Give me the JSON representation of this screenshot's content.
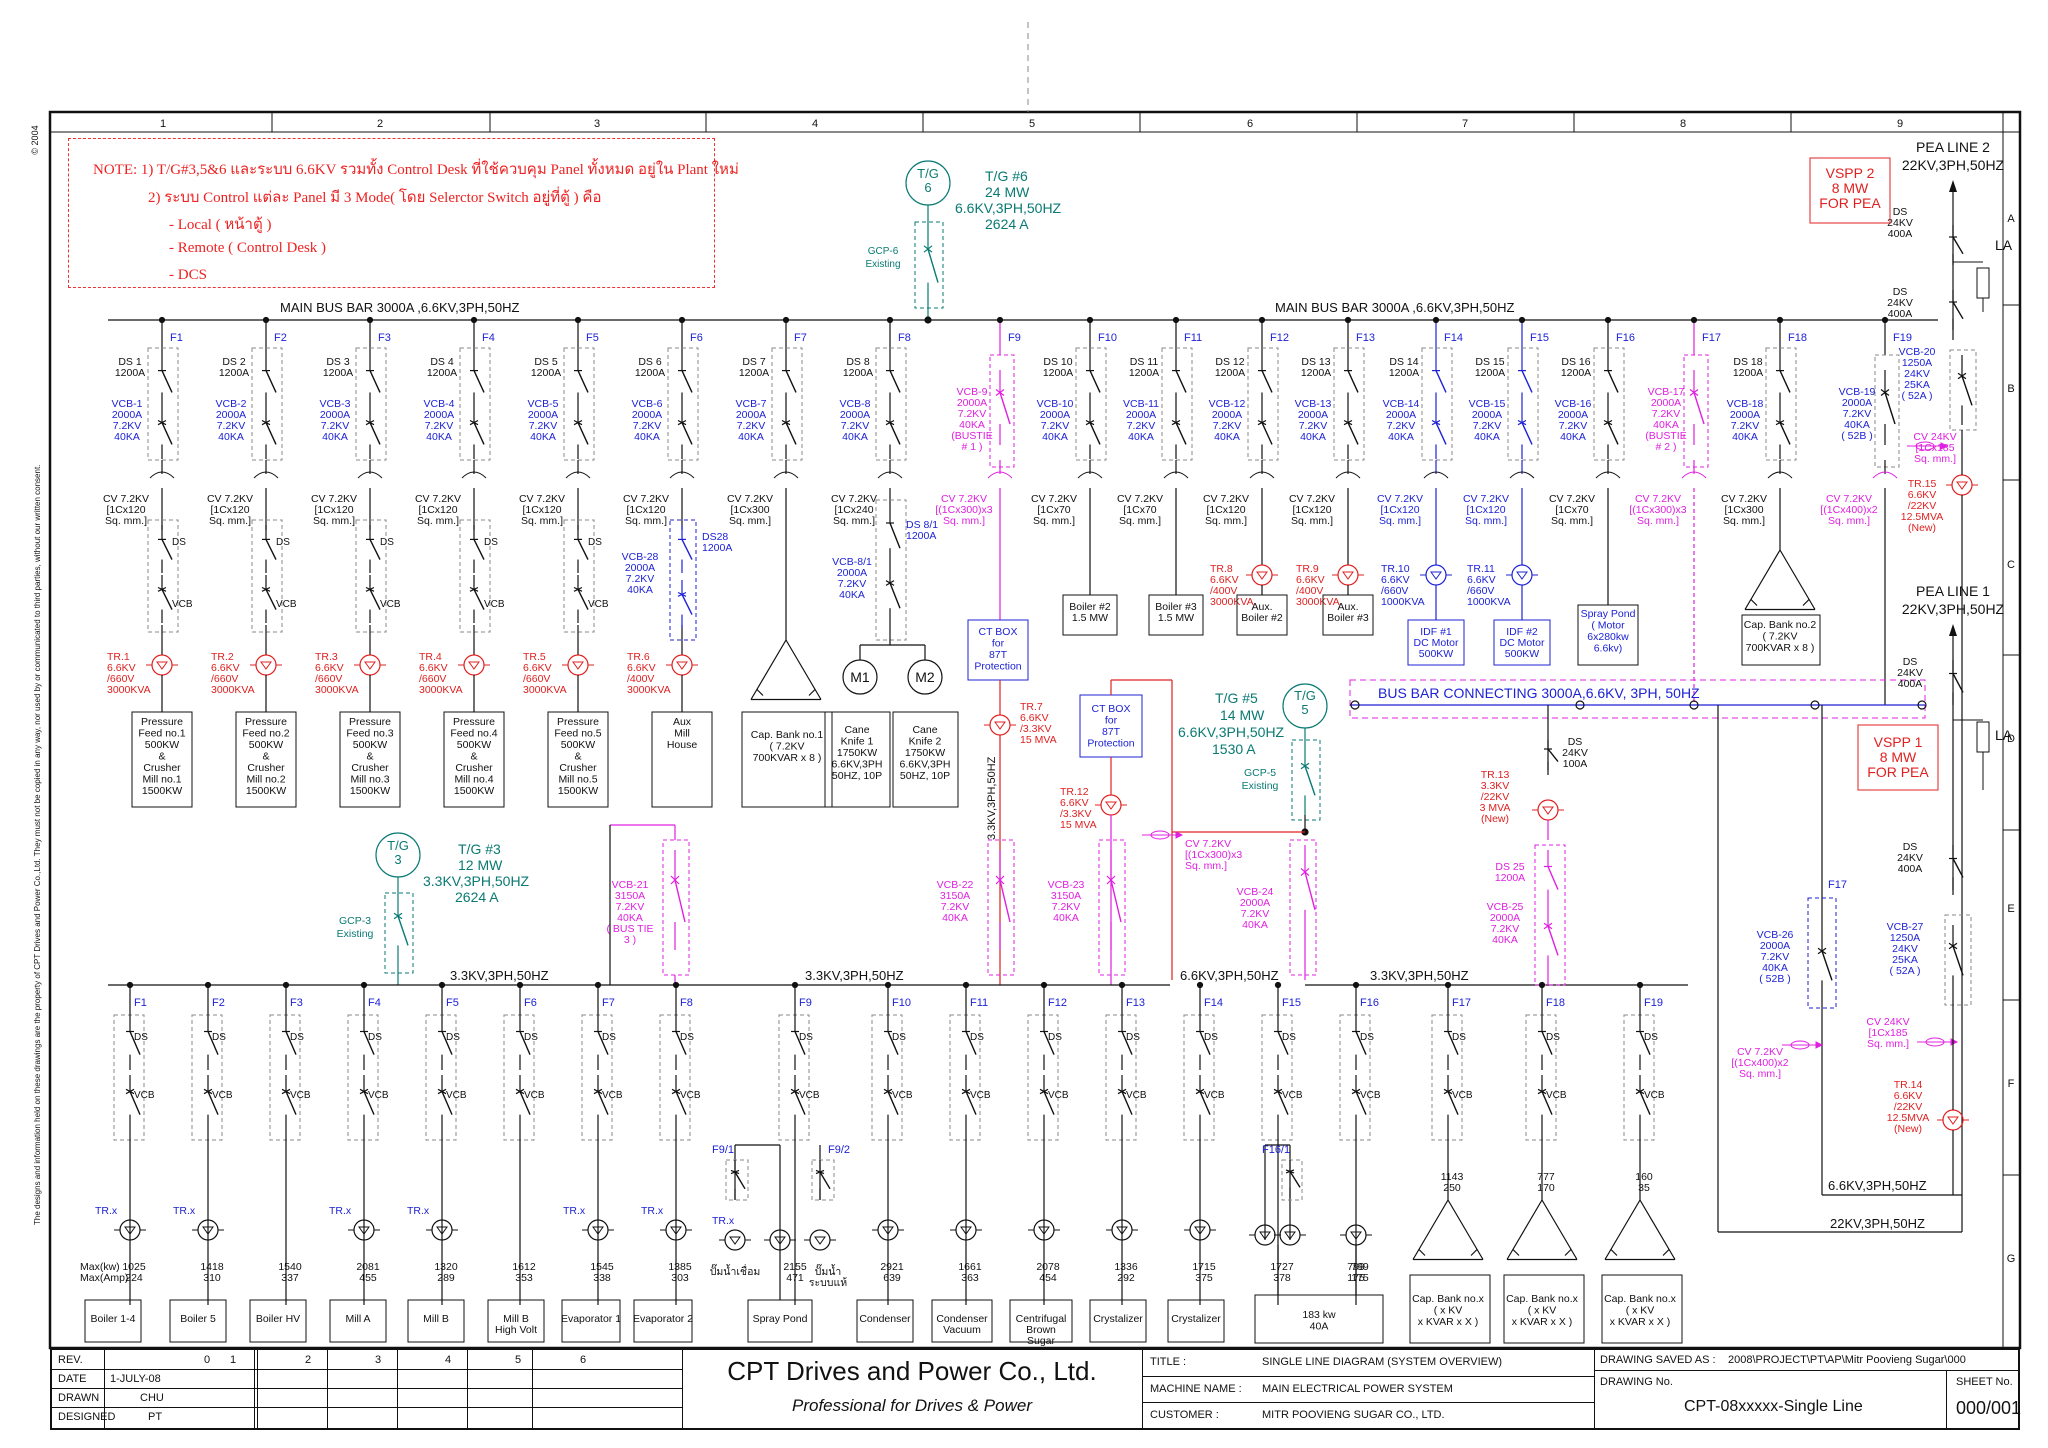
{
  "copyright": "© 2004",
  "side_note": "The designs and information held on these drawings are the property of CPT Drives and Power Co.,Ltd. They must not be copied in any way, nor used by or communicated to third parties, without our written consent.",
  "grid_cols": [
    "1",
    "2",
    "3",
    "4",
    "5",
    "6",
    "7",
    "8",
    "9"
  ],
  "grid_rows": [
    "A",
    "B",
    "C",
    "D",
    "E",
    "F",
    "G"
  ],
  "note": {
    "line1": "NOTE: 1) T/G#3,5&6 และระบบ 6.6KV รวมทั้ง Control Desk ที่ใช้ควบคุม Panel ทั้งหมด อยู่ใน Plant ใหม่",
    "line2": "2) ระบบ Control แต่ละ Panel มี 3 Mode( โดย Selerctor Switch อยู่ที่ตู้ ) คือ",
    "line3": "- Local ( หน้าตู้ )",
    "line4": "- Remote ( Control Desk )",
    "line5": "- DCS"
  },
  "colors": {
    "black": "#111111",
    "blue": "#1d22d6",
    "red": "#e02020",
    "magenta": "#e020e0",
    "teal": "#0a7a73",
    "grey": "#888888"
  },
  "tg6": {
    "label": "T/G\n6",
    "title": "T/G #6",
    "mw": "24 MW",
    "kv": "6.6KV,3PH,50HZ",
    "amp": "2624 A",
    "gcp": "GCP-6",
    "gcp2": "Existing"
  },
  "tg5": {
    "label": "T/G\n5",
    "title": "T/G #5",
    "mw": "14 MW",
    "kv": "6.6KV,3PH,50HZ",
    "amp": "1530 A",
    "gcp": "GCP-5",
    "gcp2": "Existing"
  },
  "tg3": {
    "label": "T/G\n3",
    "title": "T/G #3",
    "mw": "12 MW",
    "kv": "3.3KV,3PH,50HZ",
    "amp": "2624 A",
    "gcp": "GCP-3",
    "gcp2": "Existing"
  },
  "main_bus_left": "MAIN BUS BAR 3000A ,6.6KV,3PH,50HZ",
  "main_bus_right": "MAIN BUS BAR 3000A ,6.6KV,3PH,50HZ",
  "bus_connecting": "BUS BAR CONNECTING 3000A,6.6KV, 3PH, 50HZ",
  "bus33_labels": [
    "3.3KV,3PH,50HZ",
    "3.3KV,3PH,50HZ",
    "6.6KV,3PH,50HZ",
    "3.3KV,3PH,50HZ"
  ],
  "pea2": {
    "title": "PEA LINE 2",
    "kv": "22KV,3PH,50HZ",
    "ds": "DS\n24KV\n400A",
    "ds2": "DS\n24KV\n400A",
    "la": "LA",
    "vspp": "VSPP 2\n8 MW\nFOR PEA"
  },
  "pea1": {
    "title": "PEA LINE 1",
    "kv": "22KV,3PH,50HZ",
    "ds": "DS\n24KV\n400A",
    "ds2": "DS\n24KV\n400A",
    "la": "LA",
    "vspp": "VSPP 1\n8 MW\nFOR PEA"
  },
  "feeders66": [
    {
      "f": "F1",
      "ds": "DS 1\n1200A",
      "vcb": "VCB-1\n2000A\n7.2KV\n40KA",
      "cv": "CV 7.2KV\n[1Cx120\nSq. mm.]",
      "tr": "TR.1\n6.6KV\n/660V\n3000KVA",
      "load": "Pressure\nFeed no.1\n500KW\n&\nCrusher\nMill no.1\n1500KW"
    },
    {
      "f": "F2",
      "ds": "DS 2\n1200A",
      "vcb": "VCB-2\n2000A\n7.2KV\n40KA",
      "cv": "CV 7.2KV\n[1Cx120\nSq. mm.]",
      "tr": "TR.2\n6.6KV\n/660V\n3000KVA",
      "load": "Pressure\nFeed no.2\n500KW\n&\nCrusher\nMill no.2\n1500KW"
    },
    {
      "f": "F3",
      "ds": "DS 3\n1200A",
      "vcb": "VCB-3\n2000A\n7.2KV\n40KA",
      "cv": "CV 7.2KV\n[1Cx120\nSq. mm.]",
      "tr": "TR.3\n6.6KV\n/660V\n3000KVA",
      "load": "Pressure\nFeed no.3\n500KW\n&\nCrusher\nMill no.3\n1500KW"
    },
    {
      "f": "F4",
      "ds": "DS 4\n1200A",
      "vcb": "VCB-4\n2000A\n7.2KV\n40KA",
      "cv": "CV 7.2KV\n[1Cx120\nSq. mm.]",
      "tr": "TR.4\n6.6KV\n/660V\n3000KVA",
      "load": "Pressure\nFeed no.4\n500KW\n&\nCrusher\nMill no.4\n1500KW"
    },
    {
      "f": "F5",
      "ds": "DS 5\n1200A",
      "vcb": "VCB-5\n2000A\n7.2KV\n40KA",
      "cv": "CV 7.2KV\n[1Cx120\nSq. mm.]",
      "tr": "TR.5\n6.6KV\n/660V\n3000KVA",
      "load": "Pressure\nFeed no.5\n500KW\n&\nCrusher\nMill no.5\n1500KW"
    },
    {
      "f": "F6",
      "ds": "DS 6\n1200A",
      "vcb": "VCB-6\n2000A\n7.2KV\n40KA",
      "cv": "CV 7.2KV\n[1Cx120\nSq. mm.]",
      "tr": "TR.6\n6.6KV\n/400V\n3000KVA",
      "load": "Aux\nMill\nHouse"
    },
    {
      "f": "F7",
      "ds": "DS 7\n1200A",
      "vcb": "VCB-7\n2000A\n7.2KV\n40KA",
      "cv": "CV 7.2KV\n[1Cx300\nSq. mm.]",
      "load": "Cap. Bank no.1\n( 7.2KV\n700KVAR x 8 )"
    },
    {
      "f": "F8",
      "ds": "DS 8\n1200A",
      "vcb": "VCB-8\n2000A\n7.2KV\n40KA",
      "cv": "CV 7.2KV\n[1Cx240\nSq. mm.]"
    },
    {
      "f": "F9",
      "vcb": "VCB-9\n2000A\n7.2KV\n40KA\n(BUSTIE\n# 1 )",
      "cv": "CV 7.2KV\n[(1Cx300)x3\nSq. mm.]"
    },
    {
      "f": "F10",
      "ds": "DS 10\n1200A",
      "vcb": "VCB-10\n2000A\n7.2KV\n40KA",
      "cv": "CV 7.2KV\n[1Cx70\nSq. mm.]",
      "load": "Boiler #2\n1.5 MW"
    },
    {
      "f": "F11",
      "ds": "DS 11\n1200A",
      "vcb": "VCB-11\n2000A\n7.2KV\n40KA",
      "cv": "CV 7.2KV\n[1Cx70\nSq. mm.]",
      "load": "Boiler #3\n1.5 MW"
    },
    {
      "f": "F12",
      "ds": "DS 12\n1200A",
      "vcb": "VCB-12\n2000A\n7.2KV\n40KA",
      "cv": "CV 7.2KV\n[1Cx120\nSq. mm.]",
      "tr": "TR.8\n6.6KV\n/400V\n3000KVA",
      "load": "Aux.\nBoiler #2"
    },
    {
      "f": "F13",
      "ds": "DS 13\n1200A",
      "vcb": "VCB-13\n2000A\n7.2KV\n40KA",
      "cv": "CV 7.2KV\n[1Cx120\nSq. mm.]",
      "tr": "TR.9\n6.6KV\n/400V\n3000KVA",
      "load": "Aux.\nBoiler #3"
    },
    {
      "f": "F14",
      "ds": "DS 14\n1200A",
      "vcb": "VCB-14\n2000A\n7.2KV\n40KA",
      "cv": "CV 7.2KV\n[1Cx120\nSq. mm.]",
      "tr": "TR.10\n6.6KV\n/660V\n1000KVA",
      "load": "IDF #1\nDC Motor\n500KW"
    },
    {
      "f": "F15",
      "ds": "DS 15\n1200A",
      "vcb": "VCB-15\n2000A\n7.2KV\n40KA",
      "cv": "CV 7.2KV\n[1Cx120\nSq. mm.]",
      "tr": "TR.11\n6.6KV\n/660V\n1000KVA",
      "load": "IDF #2\nDC Motor\n500KW"
    },
    {
      "f": "F16",
      "ds": "DS 16\n1200A",
      "vcb": "VCB-16\n2000A\n7.2KV\n40KA",
      "cv": "CV 7.2KV\n[1Cx70\nSq. mm.]",
      "load": "Spray Pond\n( Motor\n6x280kw\n6.6kv)"
    },
    {
      "f": "F17",
      "vcb": "VCB-17\n2000A\n7.2KV\n40KA\n(BUSTIE\n# 2 )",
      "cv": "CV 7.2KV\n[(1Cx300)x3\nSq. mm.]"
    },
    {
      "f": "F18",
      "ds": "DS 18\n1200A",
      "vcb": "VCB-18\n2000A\n7.2KV\n40KA",
      "cv": "CV 7.2KV\n[1Cx300\nSq. mm.]",
      "load": "Cap. Bank no.2\n( 7.2KV\n700KVAR x 8 )"
    },
    {
      "f": "F19",
      "vcb": "VCB-19\n2000A\n7.2KV\n40KA\n( 52B )",
      "cv": "CV 7.2KV\n[(1Cx400)x2\nSq. mm.]"
    },
    {
      "vcb": "VCB-20\n1250A\n24KV\n25KA\n( 52A )",
      "cv": "CV 24KV\n[1Cx185\nSq. mm.]",
      "tr": "TR.15\n6.6KV\n/22KV\n12.5MVA\n(New)"
    }
  ],
  "vcb28": "VCB-28\n2000A\n7.2KV\n40KA",
  "ds28": "DS28\n1200A",
  "ds81": "DS 8/1\n1200A",
  "vcb81": "VCB-8/1\n2000A\n7.2KV\n40KA",
  "m1": "M1",
  "m2": "M2",
  "cane1": "Cane\nKnife 1\n1750KW\n6.6KV,3PH\n50HZ, 10P",
  "cane2": "Cane\nKnife 2\n1750KW\n6.6KV,3PH\n50HZ, 10P",
  "ctbox1": "CT BOX\nfor\n87T\nProtection",
  "ctbox2": "CT BOX\nfor\n87T\nProtection",
  "tr7": "TR.7\n6.6KV\n/3.3KV\n15 MVA",
  "tr12": "TR.12\n6.6KV\n/3.3KV\n15 MVA",
  "tr13": "TR.13\n3.3KV\n/22KV\n3 MVA\n(New)",
  "tr14": "TR.14\n6.6KV\n/22KV\n12.5MVA\n(New)",
  "vert33": "3.3KV,3PH,50HZ",
  "cv_tg5": "CV 7.2KV\n[(1Cx300)x3\nSq. mm.]",
  "vcb21": "VCB-21\n3150A\n7.2KV\n40KA\n( BUS TIE\n3 )",
  "vcb22": "VCB-22\n3150A\n7.2KV\n40KA",
  "vcb23": "VCB-23\n3150A\n7.2KV\n40KA",
  "vcb24": "VCB-24\n2000A\n7.2KV\n40KA",
  "ds24": "DS\n24KV\n100A",
  "ds25": "DS 25\n1200A",
  "vcb25": "VCB-25\n2000A\n7.2KV\n40KA",
  "vcb26": "VCB-26\n2000A\n7.2KV\n40KA\n( 52B )",
  "vcb27": "VCB-27\n1250A\n24KV\n25KA\n( 52A )",
  "cv26": "CV 7.2KV\n[(1Cx400)x2\nSq. mm.]",
  "cv27": "CV 24KV\n[1Cx185\nSq. mm.]",
  "f17b": "F17",
  "bus66r": "6.6KV,3PH,50HZ",
  "bus22": "22KV,3PH,50HZ",
  "maxkw": "Max(kw)\nMax(Amp)",
  "feeders33": [
    {
      "f": "F1",
      "tr": "TR.x",
      "val": "1025\n224",
      "load": "Boiler 1-4"
    },
    {
      "f": "F2",
      "tr": "TR.x",
      "val": "1418\n310",
      "load": "Boiler 5"
    },
    {
      "f": "F3",
      "val": "1540\n337",
      "load": "Boiler HV"
    },
    {
      "f": "F4",
      "tr": "TR.x",
      "val": "2081\n455",
      "load": "Mill A"
    },
    {
      "f": "F5",
      "tr": "TR.x",
      "val": "1320\n289",
      "load": "Mill B"
    },
    {
      "f": "F6",
      "val": "1612\n353",
      "load": "Mill B\nHigh Volt"
    },
    {
      "f": "F7",
      "tr": "TR.x",
      "val": "1545\n338",
      "load": "Evaporator 1"
    },
    {
      "f": "F8",
      "tr": "TR.x",
      "val": "1385\n303",
      "load": "Evaporator 2"
    },
    {
      "f": "F9",
      "val": "2155\n471",
      "load": "Spray Pond"
    },
    {
      "f": "F10",
      "val": "2921\n639",
      "load": "Condenser"
    },
    {
      "f": "F11",
      "val": "1661\n363",
      "load": "Condenser\nVacuum"
    },
    {
      "f": "F12",
      "val": "2078\n454",
      "load": "Centrifugal\nBrown\nSugar"
    },
    {
      "f": "F13",
      "val": "1336\n292",
      "load": "Crystalizer"
    },
    {
      "f": "F14",
      "val": "1715\n375",
      "load": "Crystalizer"
    },
    {
      "f": "F15",
      "val": "1727\n378",
      "load": "183 kw\n40A"
    },
    {
      "f": "F16",
      "val": "799\n175",
      "load": ""
    },
    {
      "f": "F17",
      "val": "1143\n250",
      "load": "Cap. Bank no.x\n( x KV\nx KVAR x X )"
    },
    {
      "f": "F18",
      "val": "777\n170",
      "load": "Cap. Bank no.x\n( x KV\nx KVAR x X )"
    },
    {
      "f": "F19",
      "val": "160\n35",
      "load": "Cap. Bank no.x\n( x KV\nx KVAR x X )"
    }
  ],
  "f91": "F9/1",
  "f92": "F9/2",
  "f161": "F16/1",
  "pump1": "ปั๊มน้ำเชื่อม",
  "pump2": "ปั๊มน้ำ\nระบบแห้",
  "ds_label": "DS",
  "vcb_label": "VCB",
  "titleblock": {
    "rev_label": "REV.",
    "date_label": "DATE",
    "drawn_label": "DRAWN",
    "designed_label": "DESIGNED",
    "rev_cols": [
      "0",
      "1",
      "2",
      "3",
      "4",
      "5",
      "6"
    ],
    "date": "1-JULY-08",
    "drawn": "CHU",
    "designed": "PT",
    "company": "CPT Drives and Power Co., Ltd.",
    "tagline": "Professional for Drives & Power",
    "title_label": "TITLE      :",
    "title": "SINGLE LINE DIAGRAM (SYSTEM OVERVIEW)",
    "machine_label": "MACHINE NAME  :",
    "machine": "MAIN ELECTRICAL POWER SYSTEM",
    "customer_label": "CUSTOMER      :",
    "customer": "MITR POOVIENG SUGAR CO., LTD.",
    "saved_label": "DRAWING SAVED AS   :",
    "saved": "2008\\PROJECT\\PT\\AP\\Mitr Poovieng Sugar\\000",
    "drawing_no_label": "DRAWING  No.",
    "drawing_no": "CPT-08xxxxx-Single Line",
    "sheet_label": "SHEET  No.",
    "sheet": "000/001"
  }
}
